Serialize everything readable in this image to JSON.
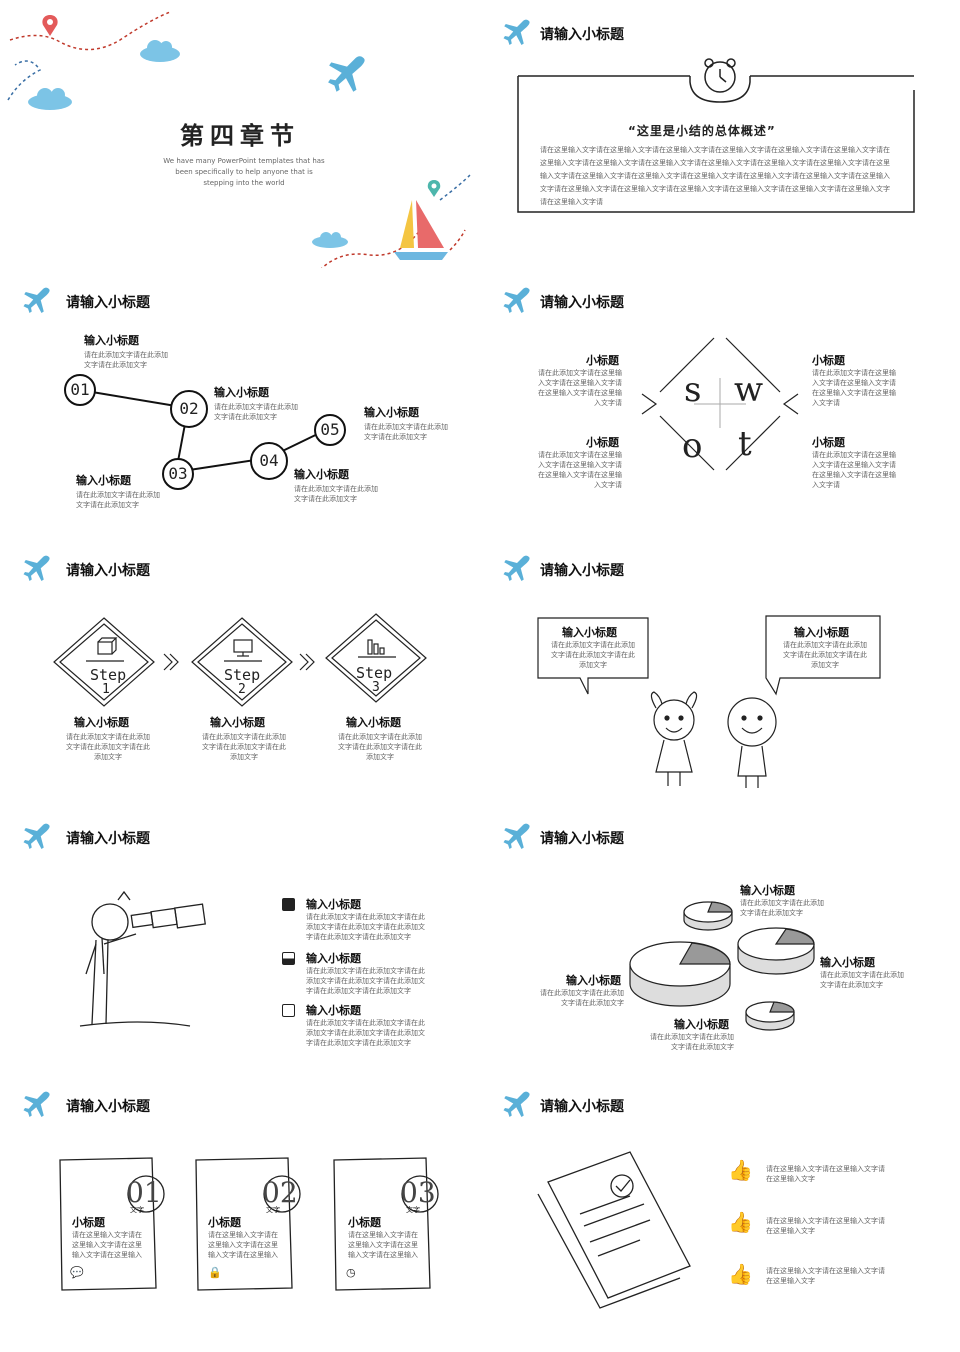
{
  "colors": {
    "plane": "#5ab0d8",
    "cloud": "#7cc4e6",
    "pin_red": "#e35a5a",
    "pin_teal": "#4db6ac",
    "path_red": "#c0392b",
    "path_blue": "#3a6fa5",
    "sail_yellow": "#f4c542",
    "sail_red": "#e86a6a",
    "boat": "#6cb7e0"
  },
  "header_title": "请输入小标题",
  "s1": {
    "title": "第四章节",
    "desc": "We have many PowerPoint templates that has been specifically to help anyone that is stepping into the world"
  },
  "s2": {
    "quote": "“这里是小结的总体概述”",
    "body": "请在这里输入文字请在这里输入文字请在这里输入文字请在这里输入文字请在这里输入文字请在这里输入文字请在这里输入文字请在这里输入文字请在这里输入文字请在这里输入文字请在这里输入文字请在这里输入文字请在这里输入文字请在这里输入文字请在这里输入文字请在这里输入文字请在这里输入文字请在这里输入文字请在这里输入文字请在这里输入文字请在这里输入文字请在这里输入文字请在这里输入文字请在这里输入文字请在这里输入文字请在这里输入文字请"
  },
  "s3": {
    "nodes": [
      "01",
      "02",
      "03",
      "04",
      "05"
    ],
    "label": "输入小标题",
    "t1": "请在此添加文字请在此添加文字请在此添加文字",
    "t2": "请在此添加文字请在此添加文字请在此添加文字",
    "t3": "请在此添加文字请在此添加文字请在此添加文字",
    "t4": "请在此添加文字请在此添加文字请在此添加文字",
    "t5": "请在此添加文字请在此添加文字请在此添加文字"
  },
  "s4": {
    "letters": [
      "s",
      "w",
      "o",
      "t"
    ],
    "label": "小标题",
    "text": "请在此添加文字请在这里输入文字请在这里输入文字请在这里输入文字请在这里输入文字请"
  },
  "s5": {
    "step_word": "Step",
    "steps": [
      "1",
      "2",
      "3"
    ],
    "label": "输入小标题",
    "text": "请在此添加文字请在此添加文字请在此添加文字请在此添加文字"
  },
  "s6": {
    "label": "输入小标题",
    "text": "请在此添加文字请在此添加文字请在此添加文字请在此添加文字"
  },
  "s7": {
    "label": "输入小标题",
    "text": "请在此添加文字请在此添加文字请在此添加文字请在此添加文字请在此添加文字请在此添加文字请在此添加文字"
  },
  "s8": {
    "label": "输入小标题",
    "text": "请在此添加文字请在此添加文字请在此添加文字"
  },
  "s9": {
    "nums": [
      "01",
      "02",
      "03"
    ],
    "small": "文字",
    "label": "小标题",
    "text": "请在这里输入文字请在这里输入文字请在这里输入文字请在这里输入"
  },
  "s10": {
    "text": "请在这里输入文字请在这里输入文字请在这里输入文字"
  }
}
